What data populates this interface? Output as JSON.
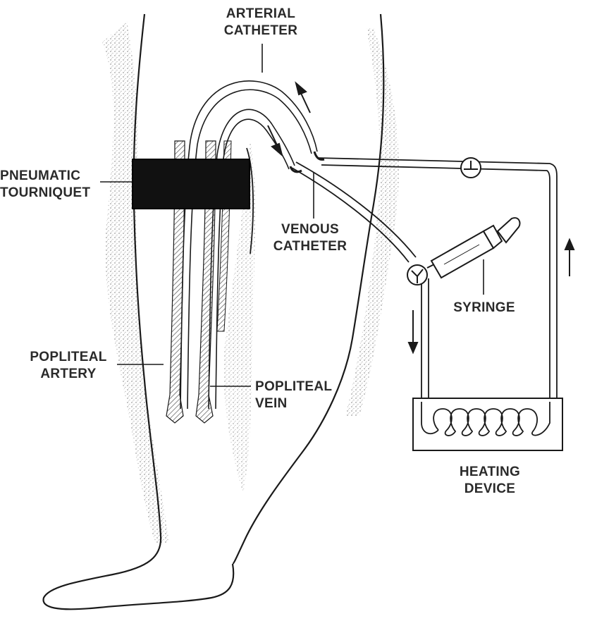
{
  "labels": {
    "arterial_catheter": [
      "ARTERIAL",
      "CATHETER"
    ],
    "pneumatic_tourniquet": [
      "PNEUMATIC",
      "TOURNIQUET"
    ],
    "venous_catheter": [
      "VENOUS",
      "CATHETER"
    ],
    "syringe": "SYRINGE",
    "popliteal_artery": [
      "POPLITEAL",
      "ARTERY"
    ],
    "popliteal_vein": [
      "POPLITEAL",
      "VEIN"
    ],
    "heating_device": [
      "HEATING",
      "DEVICE"
    ]
  },
  "colors": {
    "ink": "#1a1a1a",
    "label": "#2a2a2a",
    "stipple": "#9a9a9a",
    "tourniquet": "#111111",
    "background": "#ffffff"
  }
}
